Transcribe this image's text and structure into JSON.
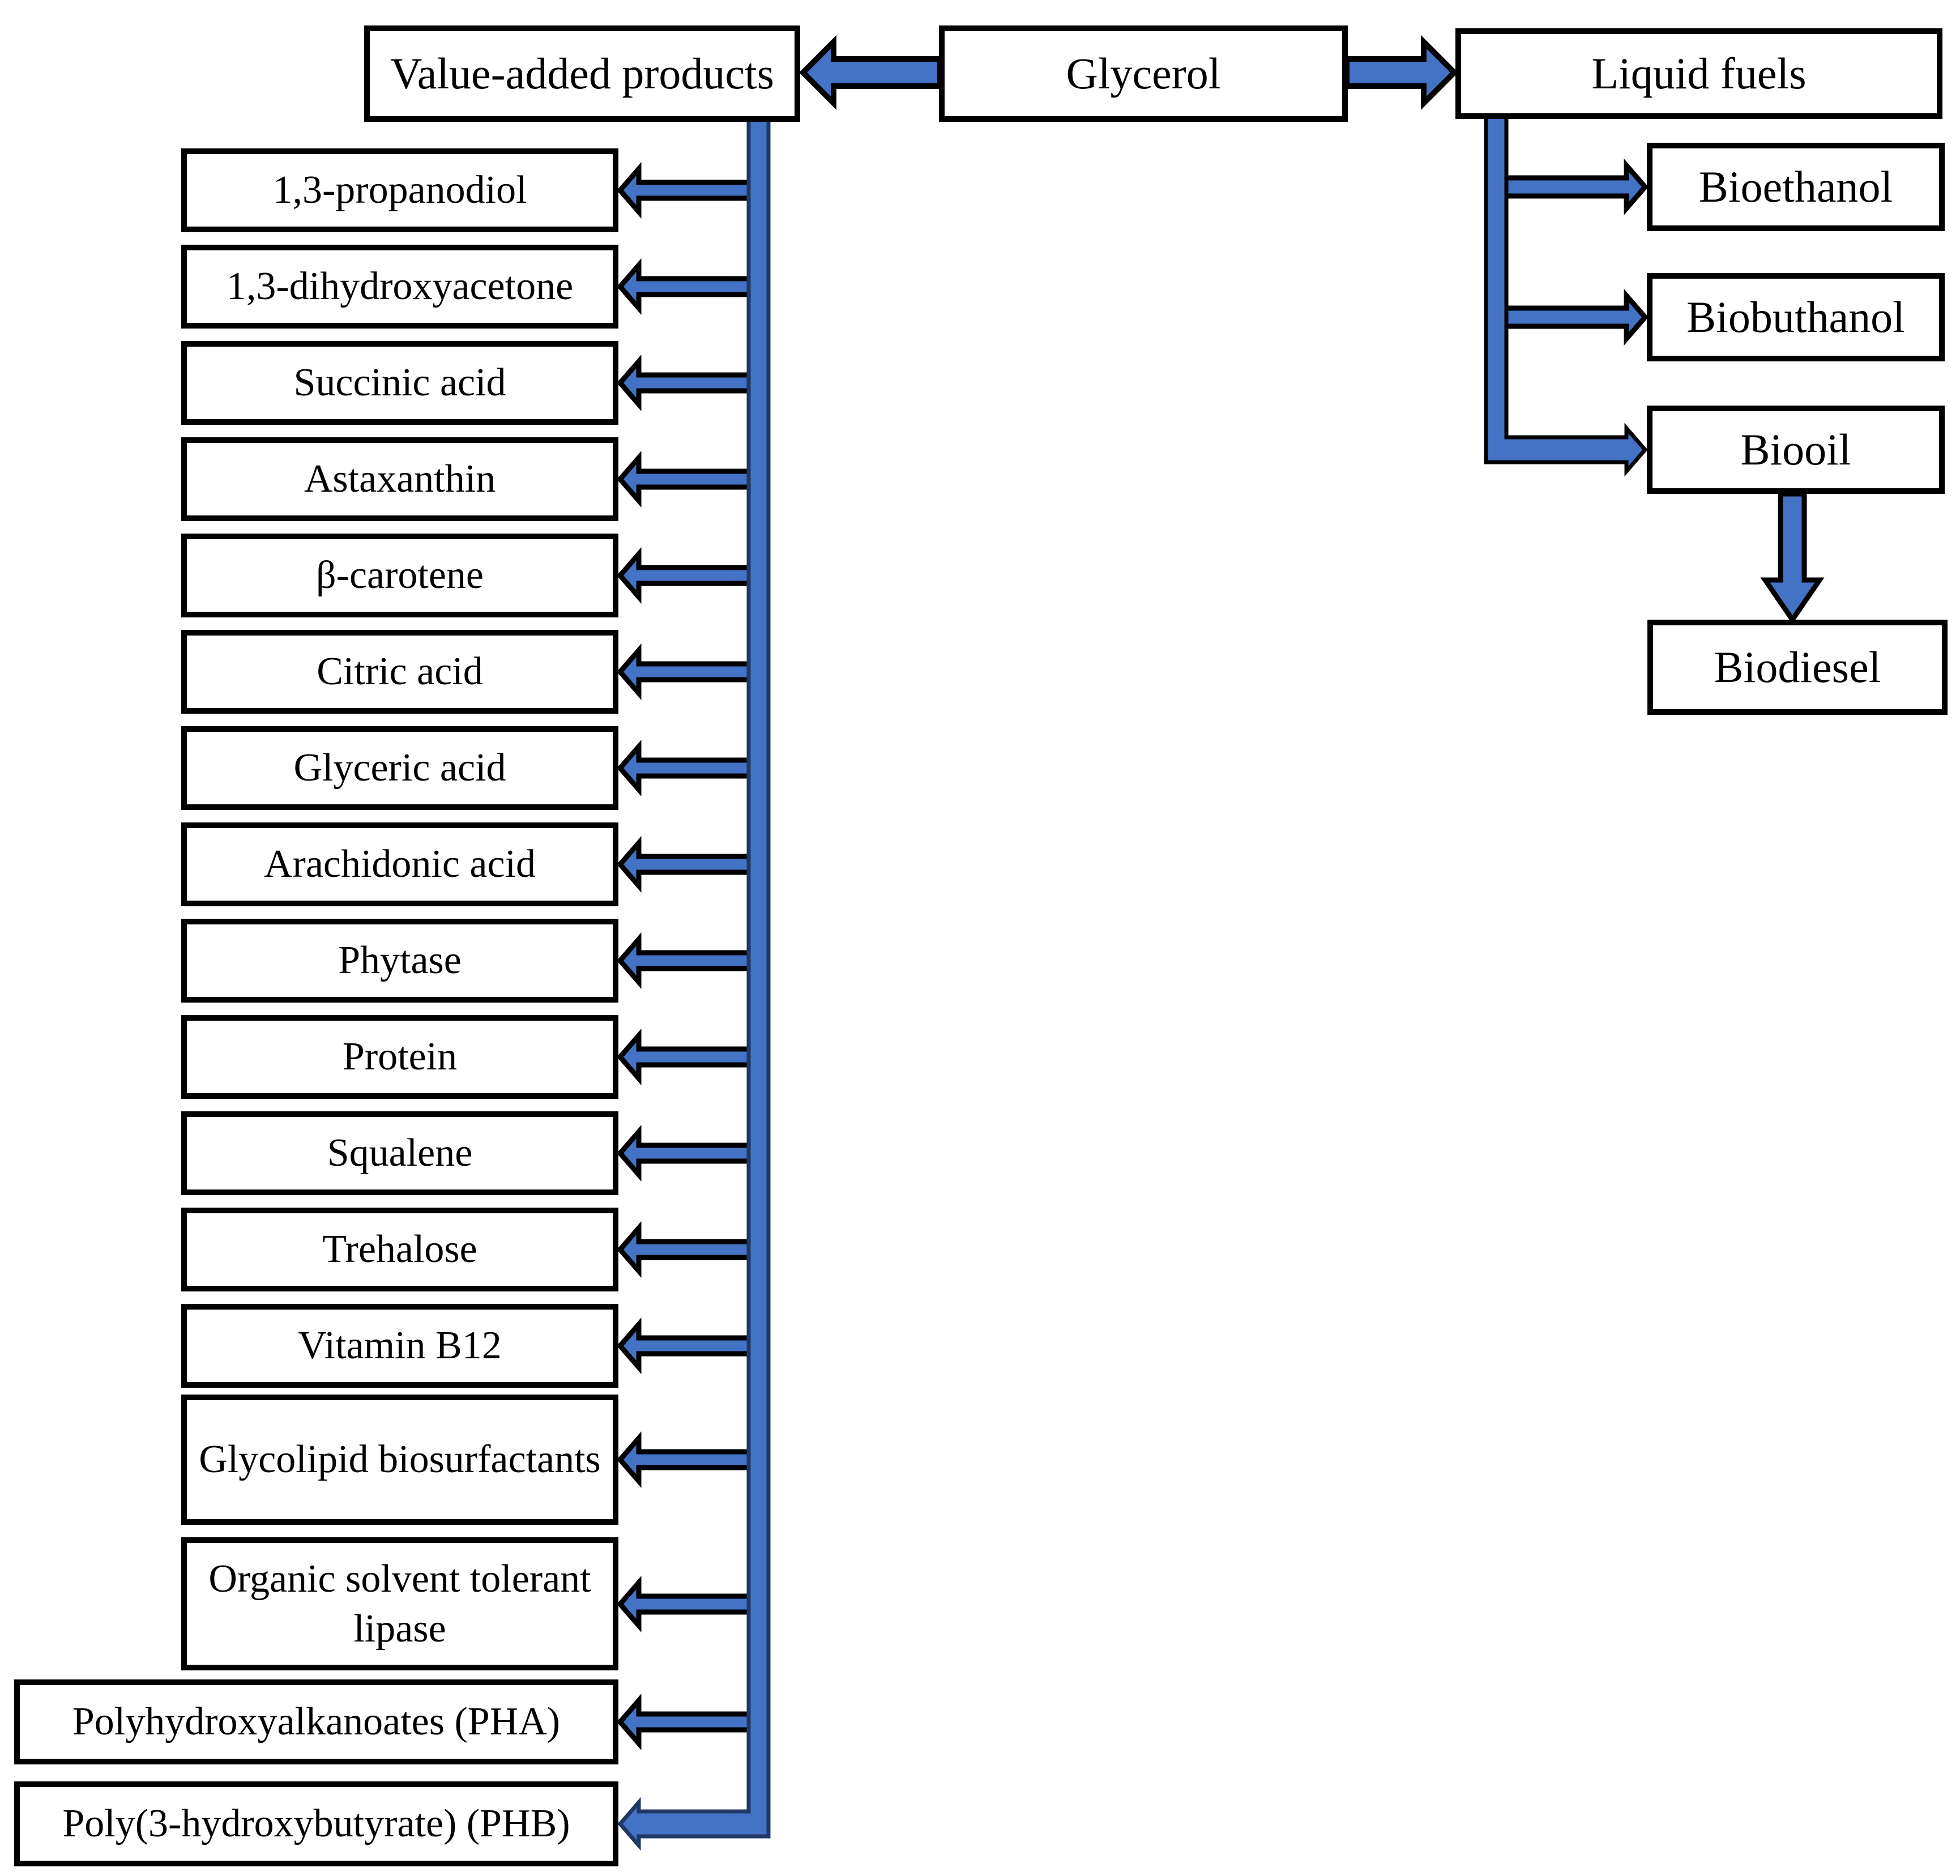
{
  "diagram": {
    "type": "flowchart",
    "root": {
      "label": "Glycerol"
    },
    "left": {
      "label": "Value-added products",
      "items": [
        "1,3-propanodiol",
        "1,3-dihydroxyacetone",
        "Succinic acid",
        "Astaxanthin",
        "β-carotene",
        "Citric acid",
        "Glyceric acid",
        "Arachidonic acid",
        "Phytase",
        "Protein",
        "Squalene",
        "Trehalose",
        "Vitamin B12",
        "Glycolipid biosurfactants",
        "Organic solvent tolerant lipase",
        "Polyhydroxyalkanoates (PHA)",
        "Poly(3-hydroxybutyrate) (PHB)"
      ]
    },
    "right": {
      "label": "Liquid fuels",
      "items": [
        "Bioethanol",
        "Biobuthanol",
        "Biooil",
        "Biodiesel"
      ]
    },
    "colors": {
      "connector_fill": "#4472C4",
      "connector_outline": "#000000",
      "ribbon_edge_dark": "#1F3864",
      "box_border": "#000000",
      "box_background": "#FFFFFF",
      "text": "#000000",
      "background": "#FFFFFF"
    }
  }
}
